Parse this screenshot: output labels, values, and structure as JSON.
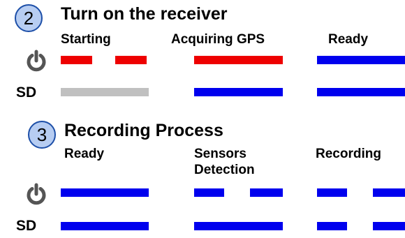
{
  "colors": {
    "red": "#ee0000",
    "blue": "#0000ee",
    "gray": "#c0c0c0",
    "icon": "#555555",
    "badge_fill": "#b7cdf2",
    "badge_border": "#1d4fa8"
  },
  "section1": {
    "step_number": "2",
    "title": "Turn on the receiver",
    "states": [
      "Starting",
      "Acquiring GPS",
      "Ready"
    ],
    "power_row_icon": "power-icon",
    "sd_label": "SD"
  },
  "section2": {
    "step_number": "3",
    "title": "Recording Process",
    "states": [
      "Ready",
      "Sensors Detection",
      "Recording"
    ],
    "power_row_icon": "power-icon",
    "sd_label": "SD"
  }
}
